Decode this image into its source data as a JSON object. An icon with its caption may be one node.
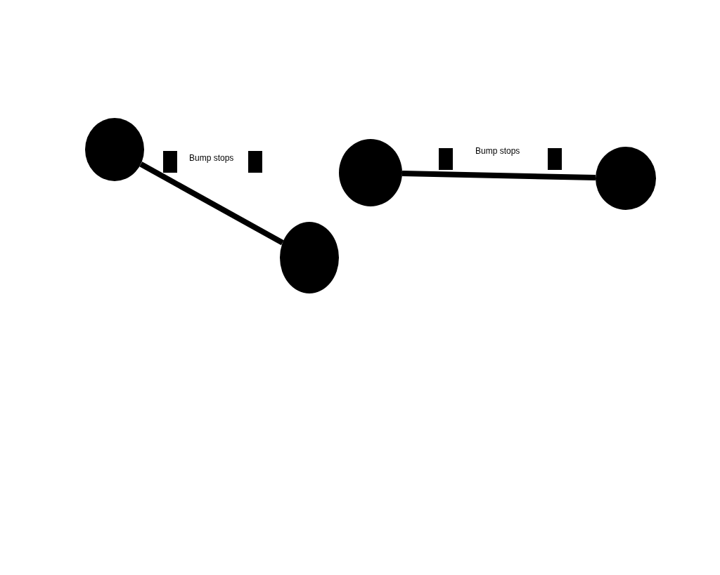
{
  "diagram": {
    "nodes": [
      {
        "text": [],
        "shape": "circle"
      },
      {
        "text": [],
        "shape": "circle"
      },
      {
        "text": [],
        "shape": "circle"
      },
      {
        "text": [],
        "shape": "circle"
      }
    ],
    "edges": [
      {
        "from": 0,
        "to": 1,
        "arrow": "none"
      },
      {
        "from": 2,
        "to": 3,
        "arrow": "none"
      }
    ],
    "labels": [
      "Bump stops",
      "Bump stops"
    ]
  }
}
